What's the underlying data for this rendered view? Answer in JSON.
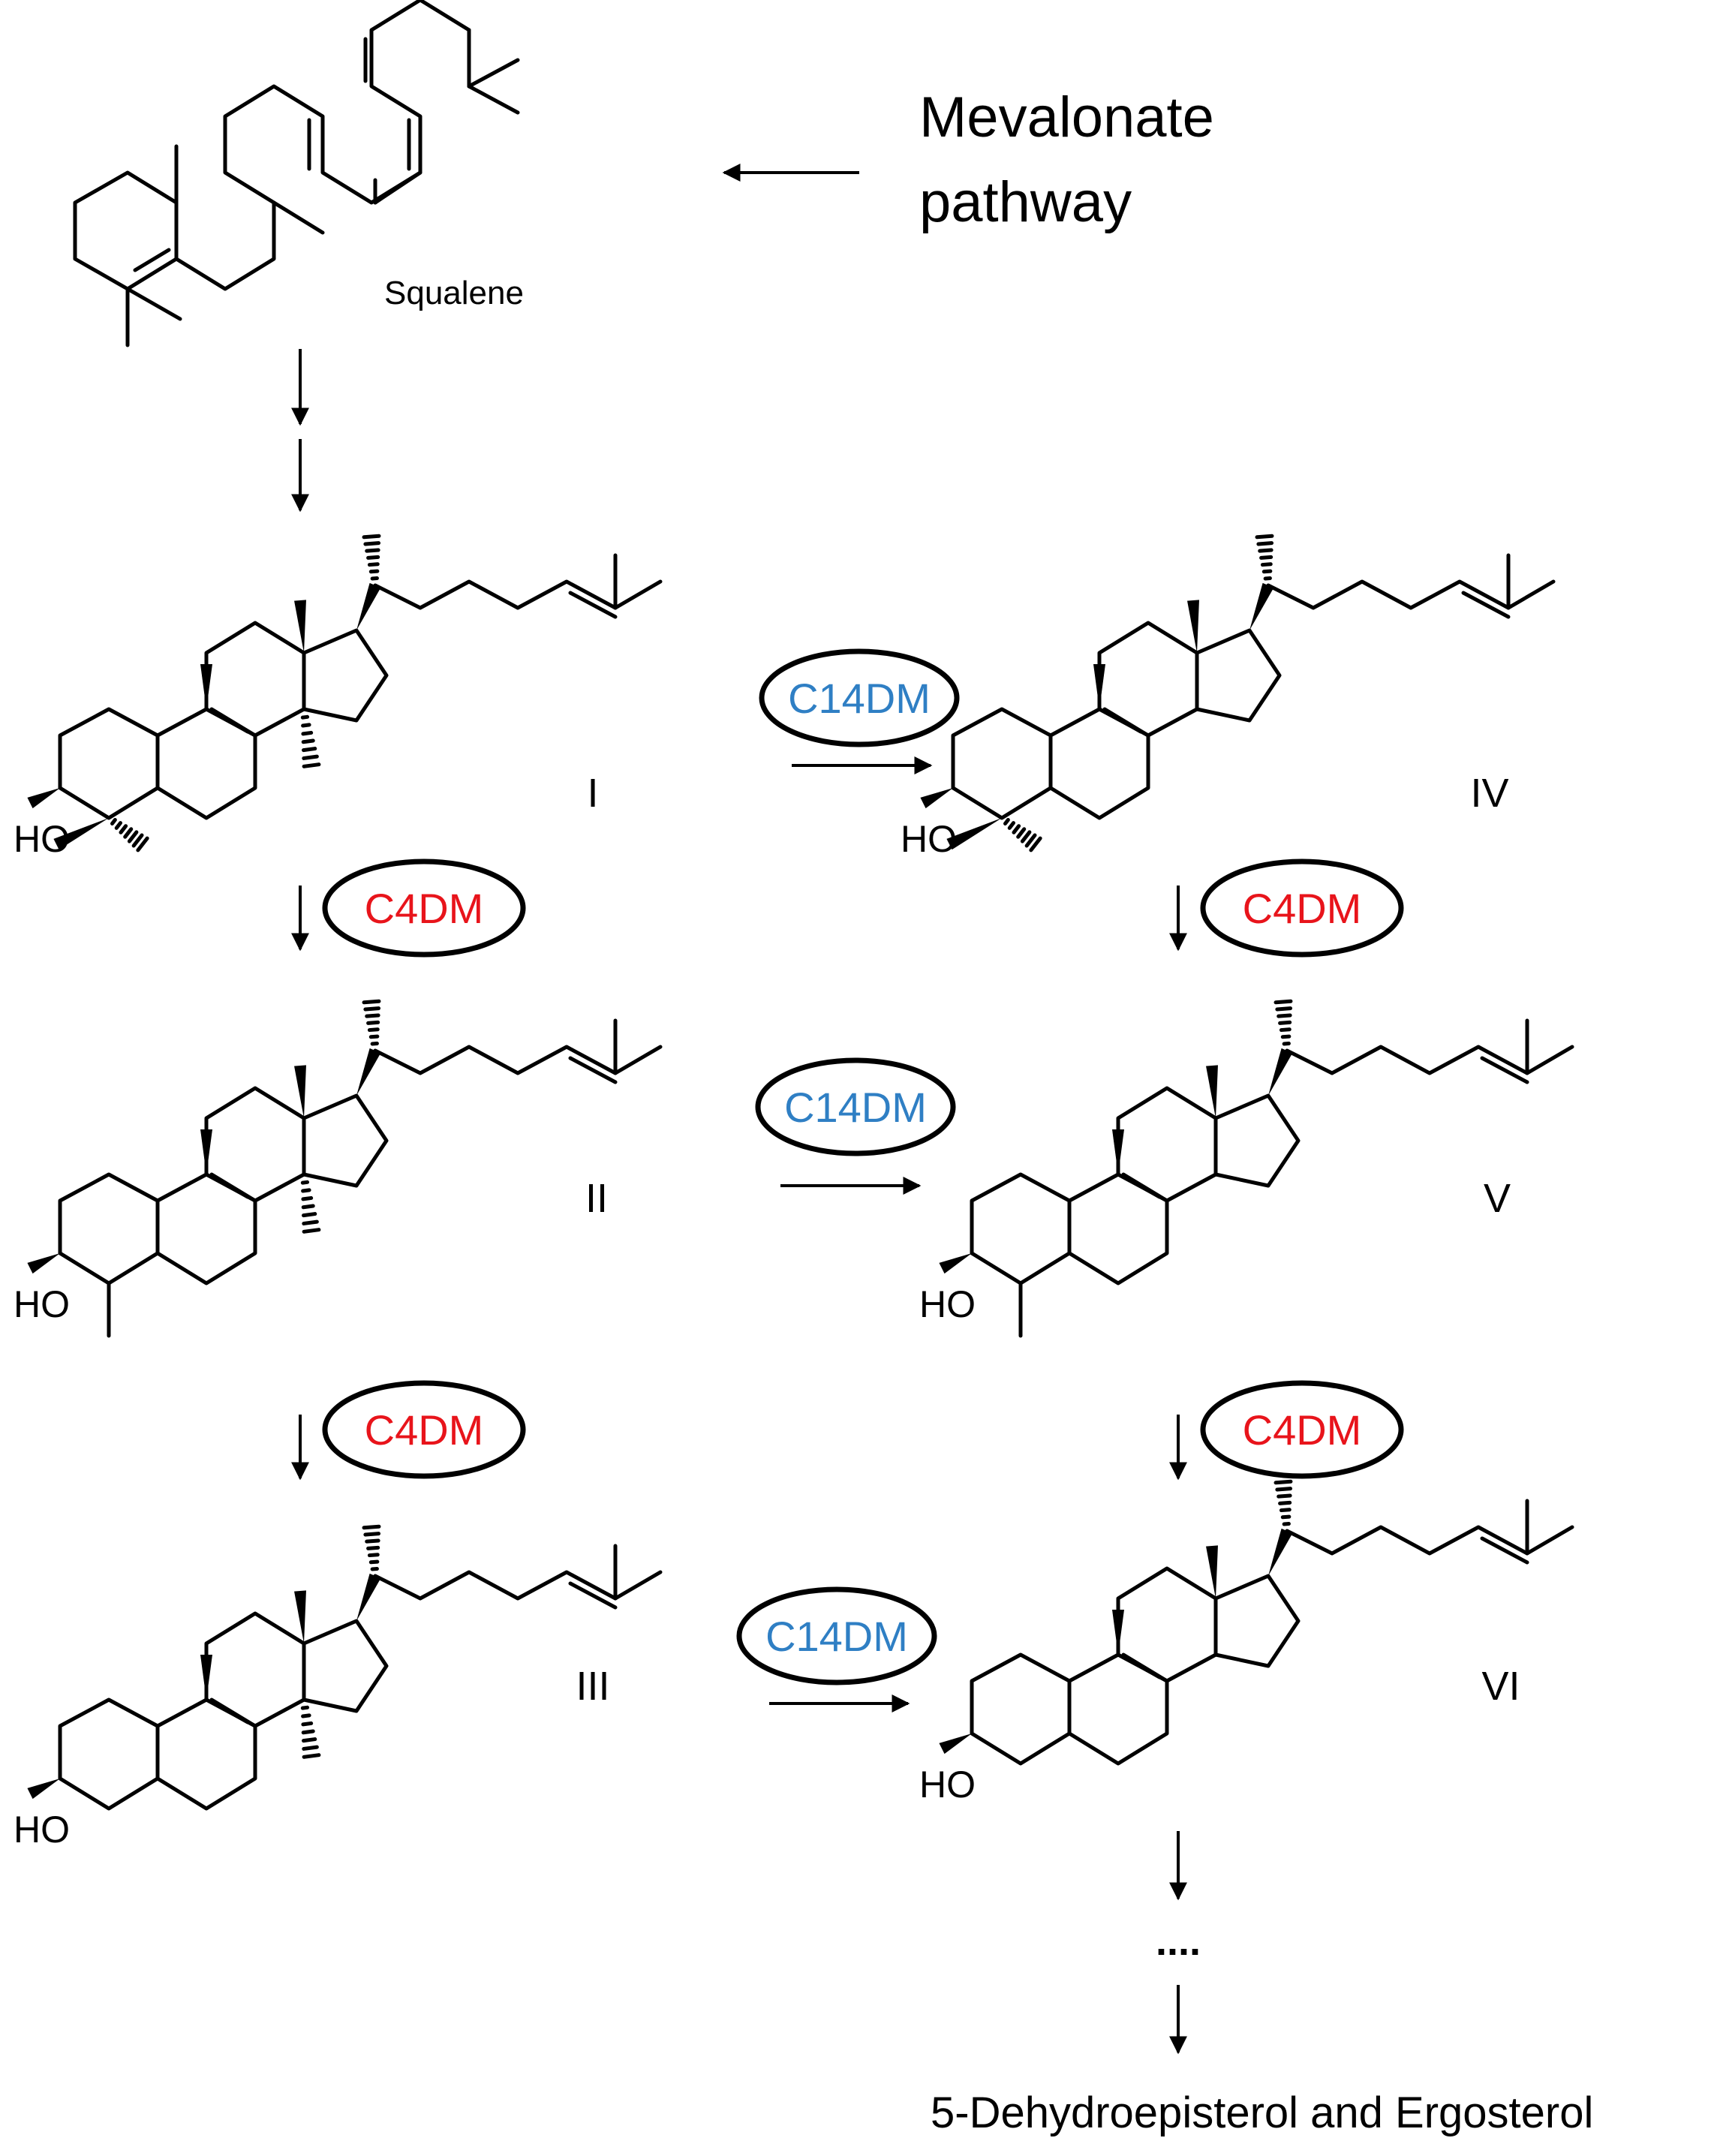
{
  "title_source": "Mevalonate pathway",
  "source_lines": [
    "Mevalonate",
    "pathway"
  ],
  "squalene_label": "Squalene",
  "compound_labels": {
    "I": "I",
    "II": "II",
    "III": "III",
    "IV": "IV",
    "V": "V",
    "VI": "VI"
  },
  "hydroxyl_label": "HO",
  "enzymes": {
    "c14dm": {
      "label": "C14DM",
      "color": "#2f7fc4"
    },
    "c4dm": {
      "label": "C4DM",
      "color": "#e8141b"
    }
  },
  "ellipsis": "....",
  "end_product": "5-Dehydroepisterol and Ergosterol"
}
